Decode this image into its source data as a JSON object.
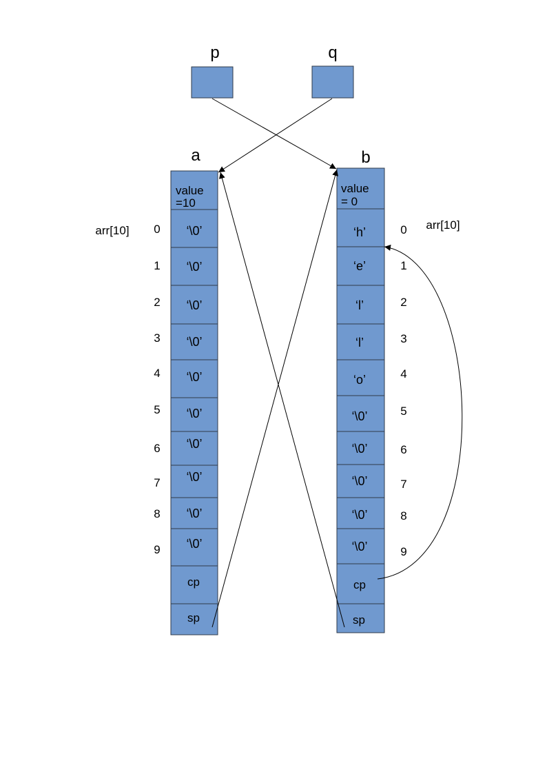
{
  "pointers": {
    "p": "p",
    "q": "q"
  },
  "struct_a": {
    "name": "a",
    "value_line1": "value",
    "value_line2": "=10",
    "arr_label": "arr[10]",
    "cells": [
      "‘\\0’",
      "‘\\0’",
      "‘\\0’",
      "‘\\0’",
      "‘\\0’",
      "‘\\0’",
      "‘\\0’",
      "‘\\0’",
      "‘\\0’",
      "‘\\0’"
    ],
    "indices": [
      "0",
      "1",
      "2",
      "3",
      "4",
      "5",
      "6",
      "7",
      "8",
      "9"
    ],
    "cp": "cp",
    "sp": "sp"
  },
  "struct_b": {
    "name": "b",
    "value_line1": "value",
    "value_line2": "= 0",
    "arr_label": "arr[10]",
    "cells": [
      "‘h’",
      "‘e’",
      "‘l’",
      "‘l’",
      "‘o’",
      "‘\\0’",
      "‘\\0’",
      "‘\\0’",
      "‘\\0’",
      "‘\\0’"
    ],
    "indices": [
      "0",
      "1",
      "2",
      "3",
      "4",
      "5",
      "6",
      "7",
      "8",
      "9"
    ],
    "cp": "cp",
    "sp": "sp"
  },
  "colors": {
    "fill": "#7099cf",
    "stroke": "#2f3a48"
  }
}
